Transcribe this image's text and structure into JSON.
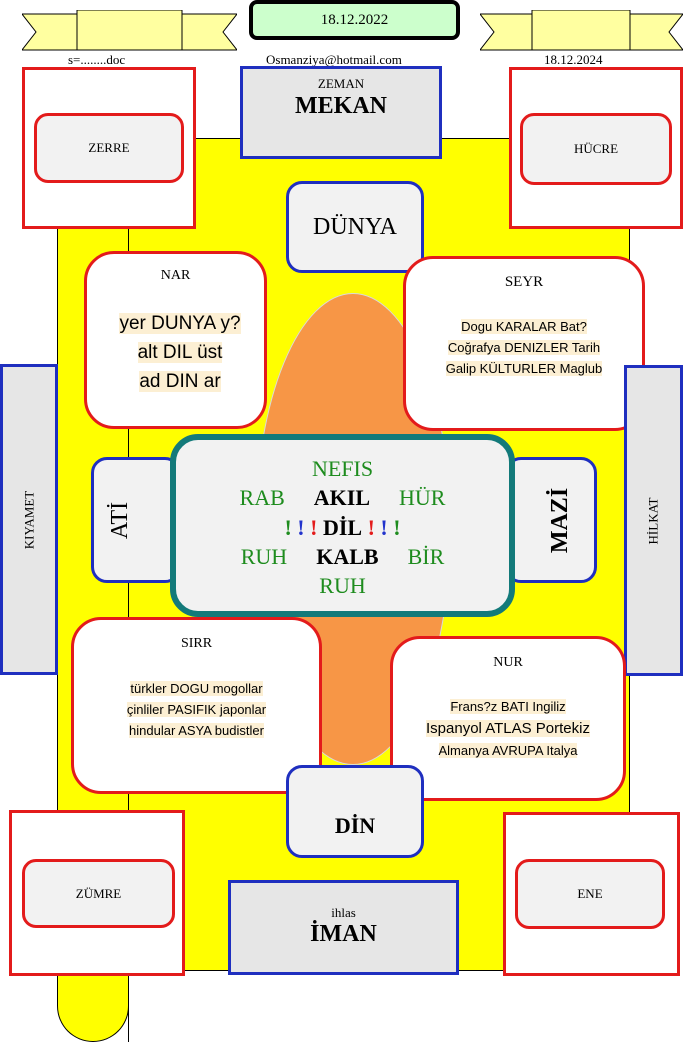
{
  "header": {
    "date_center": "18.12.2022",
    "file_label": "s=........doc",
    "email": "Osmanziya@hotmail.com",
    "date_right": "18.12.2024"
  },
  "top": {
    "zeman": "ZEMAN",
    "mekan": "MEKAN"
  },
  "corners": {
    "zerre": "ZERRE",
    "hucre": "HÜCRE",
    "zumre": "ZÜMRE",
    "ene": "ENE"
  },
  "dunya": "DÜNYA",
  "nar": {
    "title": "NAR",
    "lines": [
      "yer DUNYA y?",
      "alt DIL üst",
      "ad DIN ar"
    ]
  },
  "seyr": {
    "title": "SEYR",
    "lines": [
      "Dogu KARALAR Bat?",
      "Coğrafya DENIZLER Tarih",
      "Galip KÜLTURLER  Maglub"
    ]
  },
  "sides": {
    "kiyamet": "KIYAMET",
    "hilkat": "HİLKAT",
    "ati": "ATİ",
    "mazi": "MAZİ"
  },
  "center": {
    "nefis": "NEFIS",
    "rab": "RAB",
    "akil": "AKIL",
    "hur": "HÜR",
    "bangs_left": [
      "!",
      "!",
      "!"
    ],
    "dil": "DİL",
    "bangs_right": [
      "!",
      "!",
      "!"
    ],
    "ruh_left": "RUH",
    "kalb": "KALB",
    "bir": "BİR",
    "ruh_bottom": "RUH"
  },
  "sirr": {
    "title": "SIRR",
    "lines": [
      "türkler DOGU mogollar",
      "çinliler PASIFIK  japonlar",
      "hindular  ASYA budistler"
    ]
  },
  "nur": {
    "title": "NUR",
    "lines": [
      "Frans?z BATI  Ingiliz",
      "Ispanyol  ATLAS Portekiz",
      "Almanya AVRUPA Italya"
    ]
  },
  "din": "DİN",
  "bottom": {
    "ihlas": "ihlas",
    "iman": "İMAN"
  },
  "colors": {
    "yellow": "#ffff00",
    "orange": "#f79646",
    "red": "#e31b1b",
    "blue": "#1f2fbf",
    "teal": "#137a7a",
    "green": "#1e8c1e"
  }
}
